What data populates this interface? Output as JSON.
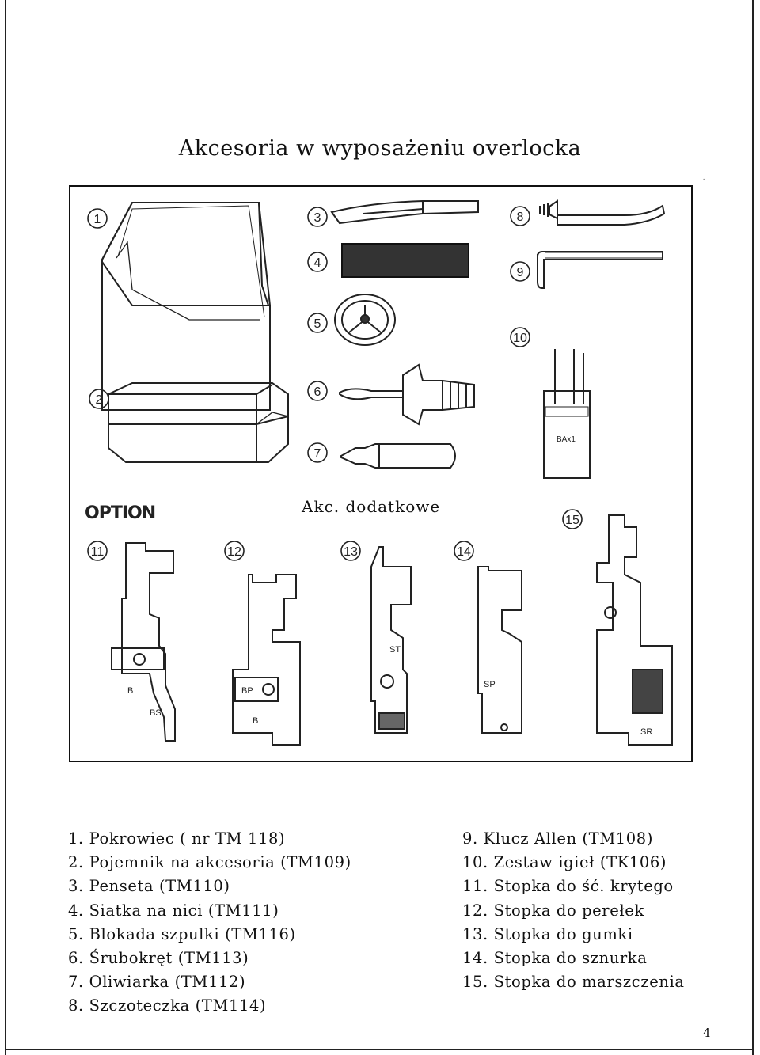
{
  "title": "Akcesoria w wyposażeniu overlocka",
  "figure": {
    "option_label": "OPTION",
    "optional_caption": "Akc. dodatkowe",
    "numbers": [
      "1",
      "2",
      "3",
      "4",
      "5",
      "6",
      "7",
      "8",
      "9",
      "10",
      "11",
      "12",
      "13",
      "14",
      "15"
    ],
    "foot_labels": {
      "f11_a": "B",
      "f11_b": "BS",
      "f12_a": "BP",
      "f12_b": "B",
      "f13": "ST",
      "f14": "SP",
      "f15": "SR"
    },
    "needle_pack_label": "BAx1"
  },
  "list_left": [
    "1. Pokrowiec ( nr TM 118)",
    "2. Pojemnik na akcesoria (TM109)",
    "3. Penseta (TM110)",
    "4. Siatka na nici (TM111)",
    "5. Blokada szpulki (TM116)",
    "6. Śrubokręt (TM113)",
    "7. Oliwiarka (TM112)",
    "8. Szczoteczka (TM114)"
  ],
  "list_right": [
    "9. Klucz Allen (TM108)",
    "10. Zestaw igieł (TK106)",
    "11. Stopka do ść. krytego",
    "12. Stopka do perełek",
    "13. Stopka do gumki",
    "14. Stopka do sznurka",
    "15. Stopka do marszczenia"
  ],
  "page_number": "4"
}
